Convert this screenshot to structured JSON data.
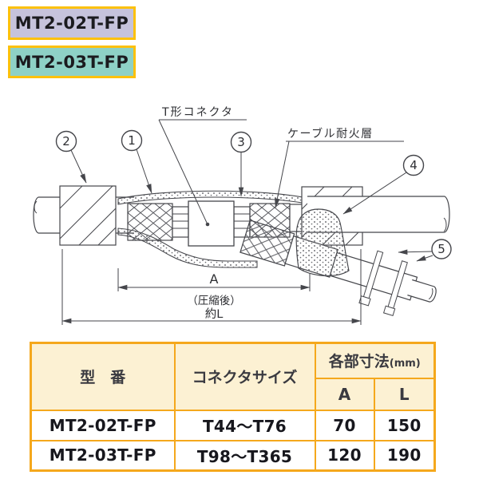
{
  "badges": [
    {
      "label": "MT2-02T-FP",
      "bg": "#c6c3dc"
    },
    {
      "label": "MT2-03T-FP",
      "bg": "#8ed1c6"
    }
  ],
  "diagram": {
    "labels": {
      "t_connector": "T形コネクタ",
      "fireproof_layer": "ケーブル耐火層"
    },
    "callouts": [
      "1",
      "2",
      "3",
      "4",
      "5"
    ],
    "dimensions": {
      "a_label": "A",
      "a_note": "（圧縮後）",
      "l_label": "約L"
    },
    "line_color": "#45464b"
  },
  "table": {
    "headers": {
      "model": "型　番",
      "connector_size": "コネクタサイズ",
      "dims_group": "各部寸法",
      "dims_unit": "(mm)",
      "col_a": "A",
      "col_l": "L"
    },
    "rows": [
      {
        "model": "MT2-02T-FP",
        "size": "T44〜T76",
        "a": "70",
        "l": "150"
      },
      {
        "model": "MT2-03T-FP",
        "size": "T98〜T365",
        "a": "120",
        "l": "190"
      }
    ],
    "border_color": "#f5a81c",
    "header_bg": "#fcf1d3"
  }
}
